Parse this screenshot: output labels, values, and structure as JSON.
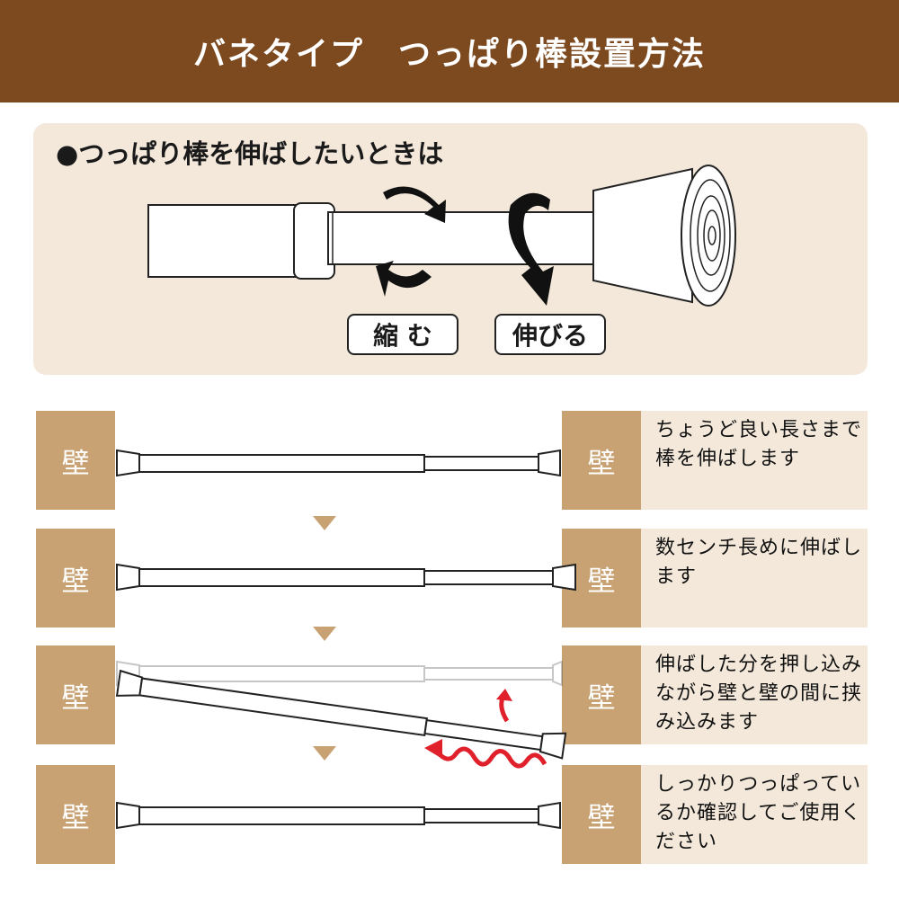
{
  "header": {
    "title": "バネタイプ　つっぱり棒設置方法"
  },
  "top": {
    "heading": "●つっぱり棒を伸ばしたいときは",
    "shrink_label": "縮 む",
    "extend_label": "伸びる"
  },
  "wall_label": "壁",
  "steps": [
    {
      "text": "ちょうど良い長さまで棒を伸ばします"
    },
    {
      "text": "数センチ長めに伸ばします"
    },
    {
      "text": "伸ばした分を押し込みながら壁と壁の間に挟み込みます"
    },
    {
      "text": "しっかりつっぱっているか確認してご使用ください"
    }
  ],
  "colors": {
    "header_bg": "#7d4a1f",
    "panel_bg": "#f3e8da",
    "wall": "#c9a273",
    "arrow_red": "#e0212b"
  },
  "icons": [
    "rotate-arrow-icon",
    "down-triangle-icon",
    "up-arrow-icon",
    "wavy-arrow-icon"
  ]
}
